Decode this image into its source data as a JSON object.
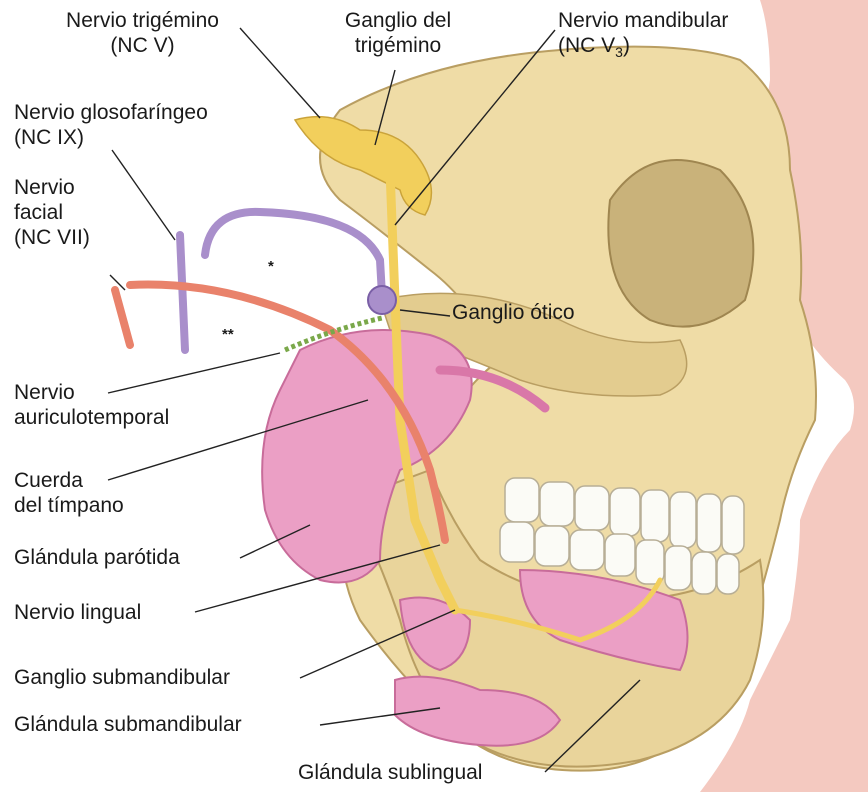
{
  "labels": {
    "trigemino": [
      "Nervio trigémino",
      "(NC V)"
    ],
    "ganglio_trigemino": [
      "Ganglio del",
      "trigémino"
    ],
    "mandibular": [
      "Nervio mandibular",
      "(NC V",
      "3",
      ")"
    ],
    "glosofaringeo": [
      "Nervio glosofaríngeo",
      "(NC IX)"
    ],
    "facial": [
      "Nervio",
      "facial",
      "(NC VII)"
    ],
    "otico": "Ganglio ótico",
    "auriculotemporal": [
      "Nervio",
      "auriculotemporal"
    ],
    "cuerda": [
      "Cuerda",
      "del tímpano"
    ],
    "parotida": "Glándula parótida",
    "lingual": "Nervio lingual",
    "submandibular_ganglio": "Ganglio submandibular",
    "submandibular_glandula": "Glándula submandibular",
    "sublingual": "Glándula sublingual"
  },
  "marks": {
    "single": "*",
    "double": "**"
  },
  "colors": {
    "skin": "#f4c9c0",
    "bone": "#efdca6",
    "bone_shadow": "#c9b27a",
    "trigeminal_nerve": "#f2cf5c",
    "facial_nerve": "#e9826b",
    "glossopharyngeal_nerve": "#a98fcb",
    "gland": "#eb9fc5",
    "teeth": "#fbfbf6"
  }
}
